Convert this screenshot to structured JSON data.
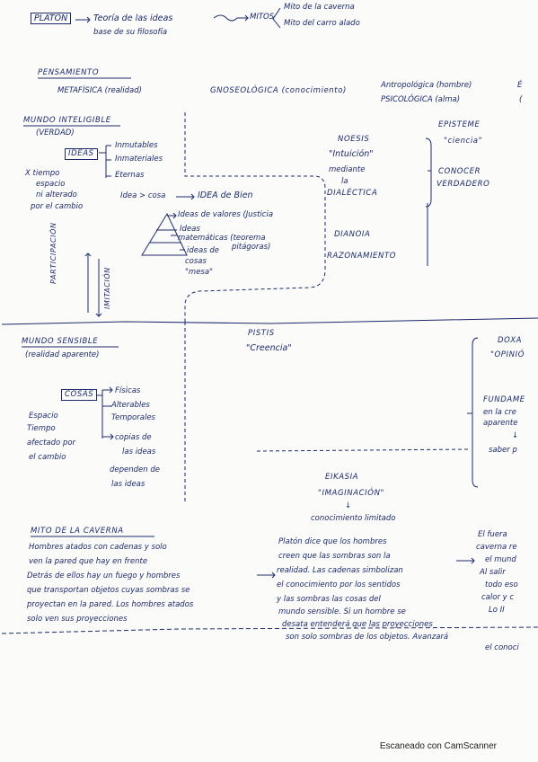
{
  "header": {
    "platon": "PLATÓN",
    "teoria": "Teoría de las ideas",
    "mitos": "MITOS",
    "base": "base de su filosofía",
    "mito1": "Mito de la caverna",
    "mito2": "Mito del carro alado"
  },
  "pensamiento": {
    "title": "PENSAMIENTO",
    "metafisica": "METAFÍSICA (realidad)",
    "gnoseologica": "GNOSEOLÓGICA (conocimiento)",
    "antropologica": "Antropológica (hombre)",
    "psicologica": "PSICOLÓGICA (alma)",
    "cut1": "É",
    "cut2": "("
  },
  "mundo_inteligible": {
    "title": "MUNDO INTELIGIBLE",
    "sub": "(VERDAD)",
    "ideas": "IDEAS",
    "props": [
      "Inmutables",
      "Inmateriales",
      "Eternas"
    ],
    "x_note": [
      "X tiempo",
      "espacio",
      "ni alterado",
      "por el cambio"
    ],
    "idea_cosa": "Idea > cosa",
    "idea_bien": "IDEA de Bien",
    "pyramid": [
      "Ideas de valores (Justicia",
      "Ideas",
      "matemáticas (teorema",
      "pitágoras)",
      "ideas de",
      "cosas",
      "\"mesa\""
    ]
  },
  "right_upper": {
    "noesis": "NOESIS",
    "intuicion": "\"Intuición\"",
    "mediante": "mediante",
    "la": "la",
    "dialectica": "DIALÉCTICA",
    "dianoia": "DIANOIA",
    "razonamiento": "RAZONAMIENTO",
    "episteme": "EPISTEME",
    "ciencia": "\"ciencia\"",
    "conocer": "CONOCER",
    "verdadero": "VERDADERO"
  },
  "participacion": "PARTICIPACIÓN",
  "imitacion": "IMITACIÓN",
  "mundo_sensible": {
    "title": "MUNDO SENSIBLE",
    "sub": "(realidad aparente)",
    "cosas": "COSAS",
    "props": [
      "Físicas",
      "Alterables",
      "Temporales"
    ],
    "note": [
      "Espacio",
      "Tiempo",
      "afectado por",
      "el cambio"
    ],
    "copias": [
      "copias de",
      "las ideas",
      "dependen de",
      "las ideas"
    ]
  },
  "right_lower": {
    "pistis": "PISTIS",
    "creencia": "\"Creencia\"",
    "doxa": "DOXA",
    "opinion": "\"OPINIÓ",
    "fundam": [
      "FUNDAME",
      "en la cre",
      "aparente",
      "↓",
      "saber p"
    ],
    "eikasia": "EIKASIA",
    "imaginacion": "\"IMAGINACIÓN\"",
    "arrow": "↓",
    "conocimiento": "conocimiento limitado"
  },
  "caverna": {
    "title": "MITO DE LA CAVERNA",
    "left": [
      "Hombres atados con cadenas y solo",
      "ven la pared que hay en frente",
      "Detrás de ellos hay un fuego y hombres",
      "que transportan objetos cuyas sombras se",
      "proyectan en la pared. Los hombres atados",
      "solo ven sus proyecciones"
    ],
    "middle": [
      "Platón dice que los hombres",
      "creen que las sombras son la",
      "realidad. Las cadenas simbolizan",
      "el conocimiento por los sentidos",
      "y las sombras las cosas del",
      "mundo sensible. Si un hombre se",
      "desata entenderá que las proyecciones",
      "son solo sombras de los objetos. Avanzará",
      "el conoci"
    ],
    "right": [
      "El fuera",
      "caverna re",
      "el mund",
      "Al salir",
      "todo eso",
      "calor y c",
      "Lo II"
    ]
  },
  "footer": "Escaneado con CamScanner"
}
